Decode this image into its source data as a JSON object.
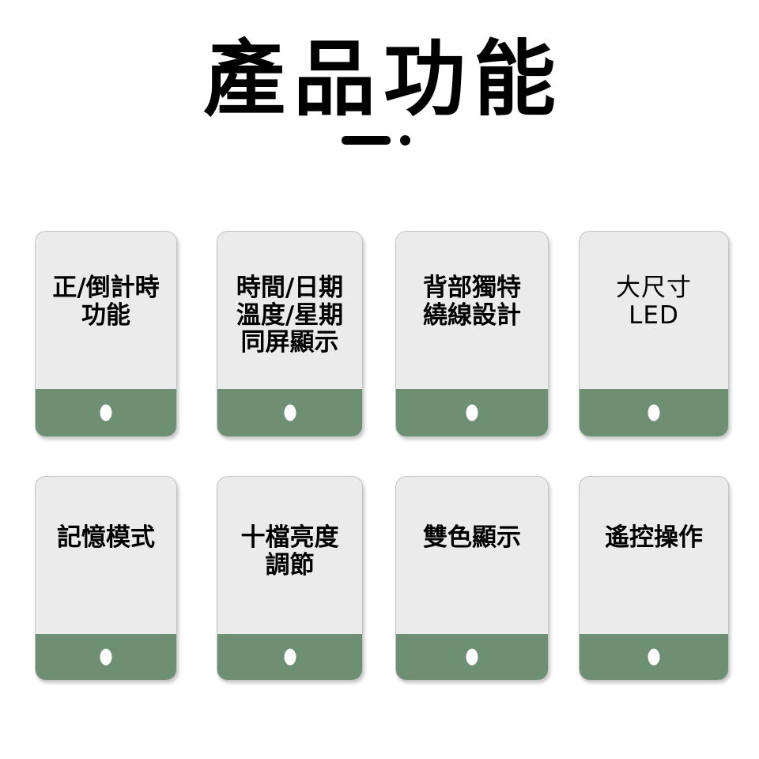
{
  "header": {
    "title": "產品功能",
    "rule_dash_icon": "dash-icon",
    "rule_dot_icon": "dot-icon"
  },
  "theme": {
    "background": "#ffffff",
    "card_body": "#ebebeb",
    "card_border": "#c4c4c4",
    "card_accent": "#6f8f75",
    "lens": "#ffffff",
    "text": "#000000"
  },
  "cards": [
    {
      "id": "countdown-timer",
      "label": "正/倒計時\n功能",
      "row": 1,
      "column": 1,
      "weight": "bold"
    },
    {
      "id": "time-date-temp-weekday",
      "label": "時間/日期\n溫度/星期\n同屏顯示",
      "row": 1,
      "column": 2,
      "weight": "bold"
    },
    {
      "id": "rear-cable-routing",
      "label": "背部獨特\n繞線設計",
      "row": 1,
      "column": 3,
      "weight": "bold"
    },
    {
      "id": "large-led",
      "label": "大尺寸\nLED",
      "row": 1,
      "column": 4,
      "weight": "light"
    },
    {
      "id": "memory-mode",
      "label": "記憶模式",
      "row": 2,
      "column": 1,
      "weight": "bold"
    },
    {
      "id": "ten-level-brightness",
      "label": "十檔亮度\n調節",
      "row": 2,
      "column": 2,
      "weight": "bold"
    },
    {
      "id": "dual-color-display",
      "label": "雙色顯示",
      "row": 2,
      "column": 3,
      "weight": "bold"
    },
    {
      "id": "remote-control",
      "label": "遙控操作",
      "row": 2,
      "column": 4,
      "weight": "bold"
    }
  ]
}
